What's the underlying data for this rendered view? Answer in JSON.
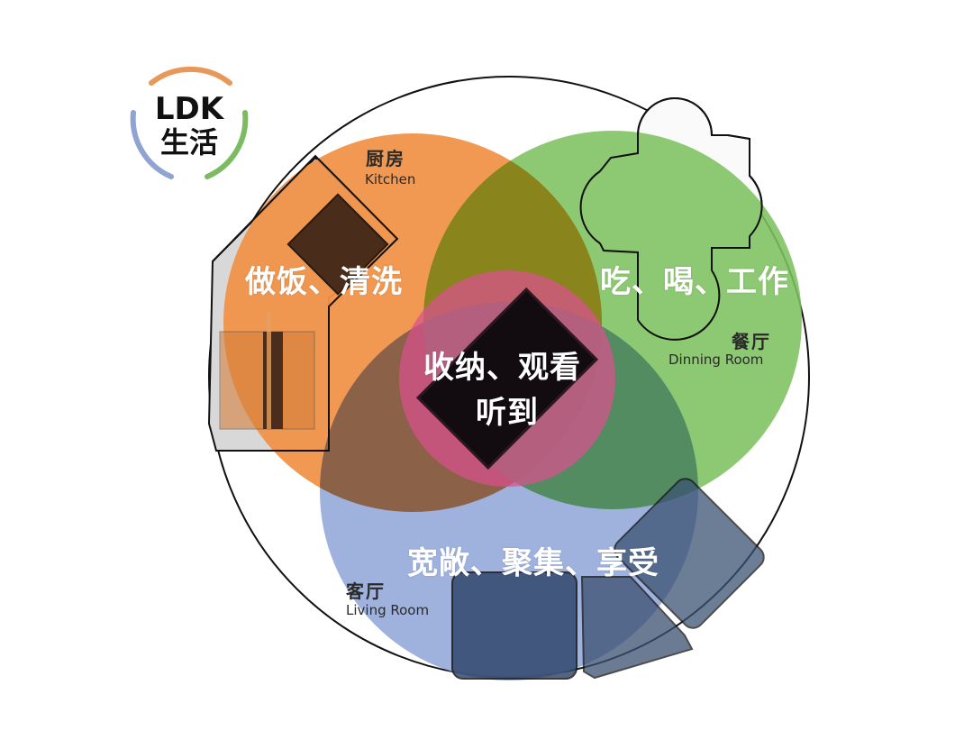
{
  "logo": {
    "line1": "LDK",
    "line2": "生活",
    "arc_colors": {
      "top": "#e8995a",
      "left": "#8fa4d2",
      "right": "#7dbb63"
    }
  },
  "zones": {
    "kitchen": {
      "zh": "厨房",
      "en": "Kitchen",
      "activities": "做饭、清洗",
      "color": "#f0934a"
    },
    "dining": {
      "zh": "餐厅",
      "en": "Dinning Room",
      "activities": "吃、喝、工作",
      "color": "#7dc160"
    },
    "living": {
      "zh": "客厅",
      "en": "Living Room",
      "activities": "宽敞、聚集、享受",
      "color": "#8ea4d8"
    },
    "center": {
      "line1": "收纳、观看",
      "line2": "听到",
      "color": "#d9508f"
    }
  }
}
